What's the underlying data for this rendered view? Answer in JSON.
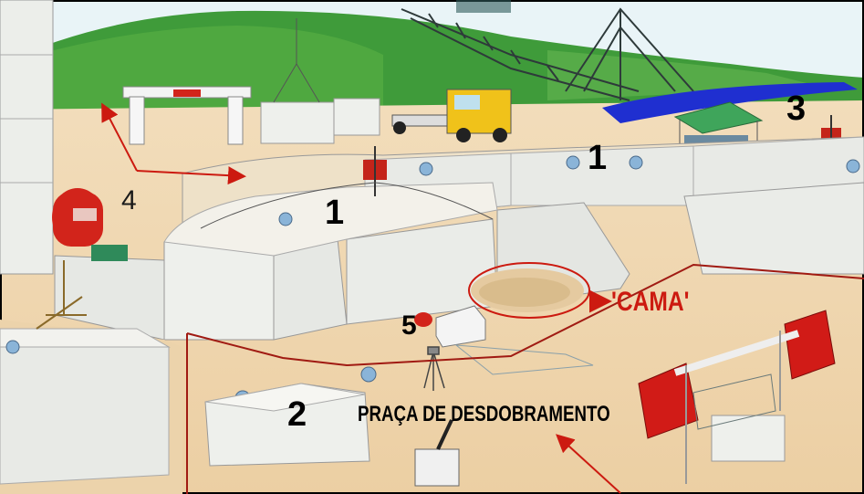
{
  "labels": {
    "marker_1a": "1",
    "marker_1b": "1",
    "marker_2": "2",
    "marker_3": "3",
    "marker_4": "4",
    "marker_5": "5",
    "cama": "'CAMA'",
    "praca": "PRAÇA DE DESDOBRAMENTO"
  },
  "colors": {
    "sky": "#e9f4f7",
    "hill": "#3f9b3a",
    "ground": "#efd8b3",
    "block": "#eef0ec",
    "annotation_red": "#cc1a10",
    "tarp_blue": "#1f2fd0",
    "tank_red": "#d2241b",
    "frame_red": "#d11b17"
  }
}
